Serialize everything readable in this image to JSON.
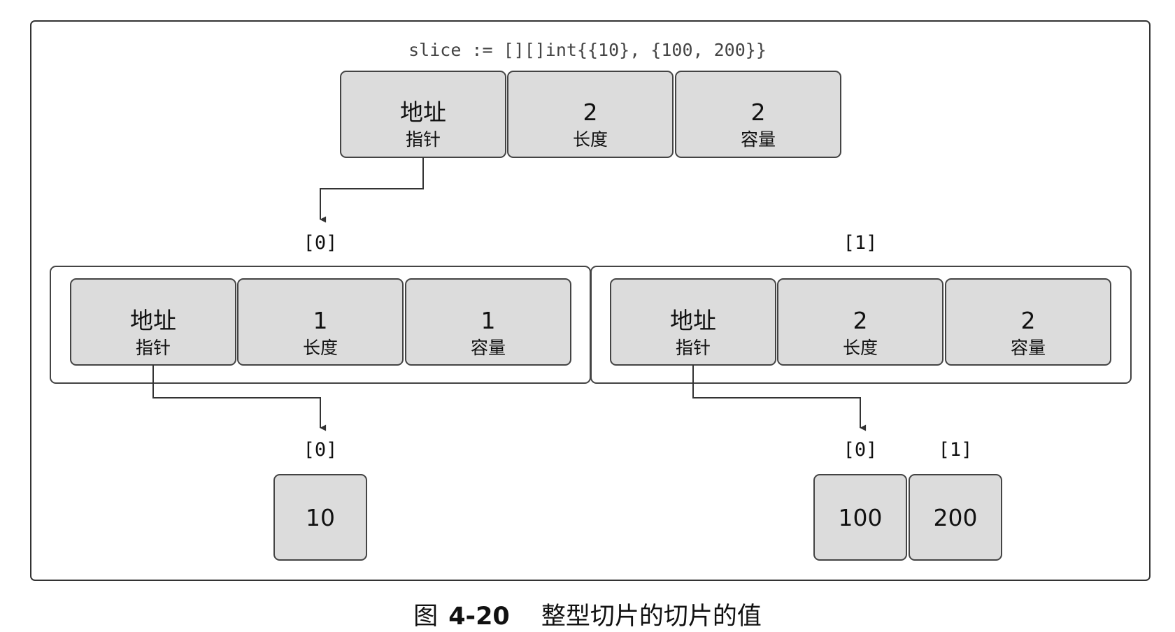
{
  "code_line": "slice := [][]int{{10}, {100, 200}}",
  "outer_slice": {
    "pointer": {
      "main": "地址",
      "sub": "指针"
    },
    "length": {
      "main": "2",
      "sub": "长度"
    },
    "capacity": {
      "main": "2",
      "sub": "容量"
    }
  },
  "inner_indices": [
    "[0]",
    "[1]"
  ],
  "inner_slices": [
    {
      "pointer": {
        "main": "地址",
        "sub": "指针"
      },
      "length": {
        "main": "1",
        "sub": "长度"
      },
      "capacity": {
        "main": "1",
        "sub": "容量"
      },
      "element_indices": [
        "[0]"
      ],
      "elements": [
        "10"
      ]
    },
    {
      "pointer": {
        "main": "地址",
        "sub": "指针"
      },
      "length": {
        "main": "2",
        "sub": "长度"
      },
      "capacity": {
        "main": "2",
        "sub": "容量"
      },
      "element_indices": [
        "[0]",
        "[1]"
      ],
      "elements": [
        "100",
        "200"
      ]
    }
  ],
  "caption": {
    "prefix": "图",
    "number": "4-20",
    "title": "整型切片的切片的值"
  }
}
